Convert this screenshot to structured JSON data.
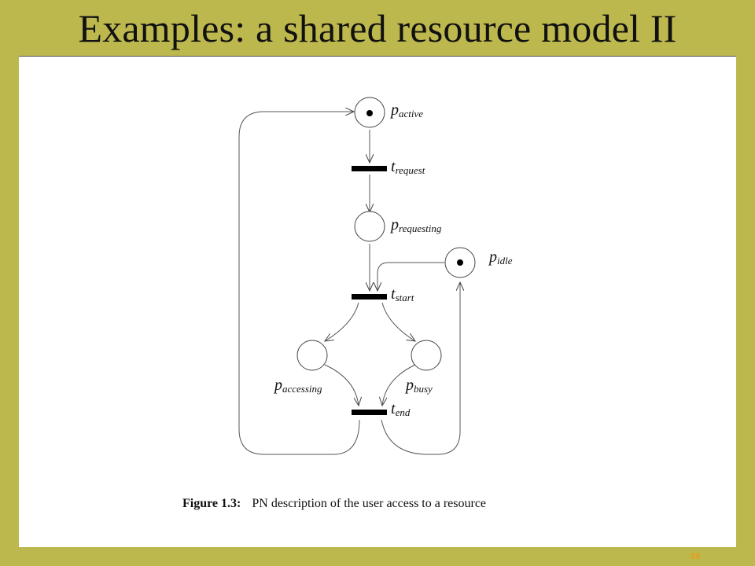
{
  "slide": {
    "title": "Examples: a shared resource model II",
    "page_number": "29"
  },
  "diagram": {
    "places": [
      {
        "id": "p_active",
        "base": "p",
        "sub": "active",
        "tokens": 1
      },
      {
        "id": "p_requesting",
        "base": "p",
        "sub": "requesting",
        "tokens": 0
      },
      {
        "id": "p_idle",
        "base": "p",
        "sub": "idle",
        "tokens": 1
      },
      {
        "id": "p_accessing",
        "base": "p",
        "sub": "accessing",
        "tokens": 0
      },
      {
        "id": "p_busy",
        "base": "p",
        "sub": "busy",
        "tokens": 0
      }
    ],
    "transitions": [
      {
        "id": "t_request",
        "base": "t",
        "sub": "request"
      },
      {
        "id": "t_start",
        "base": "t",
        "sub": "start"
      },
      {
        "id": "t_end",
        "base": "t",
        "sub": "end"
      }
    ],
    "arcs": [
      [
        "p_active",
        "t_request"
      ],
      [
        "t_request",
        "p_requesting"
      ],
      [
        "p_requesting",
        "t_start"
      ],
      [
        "p_idle",
        "t_start"
      ],
      [
        "t_start",
        "p_accessing"
      ],
      [
        "t_start",
        "p_busy"
      ],
      [
        "p_accessing",
        "t_end"
      ],
      [
        "p_busy",
        "t_end"
      ],
      [
        "t_end",
        "p_active"
      ],
      [
        "t_end",
        "p_idle"
      ]
    ]
  },
  "caption": {
    "figure": "Figure 1.3:",
    "text": "PN description of the user access to a resource"
  }
}
